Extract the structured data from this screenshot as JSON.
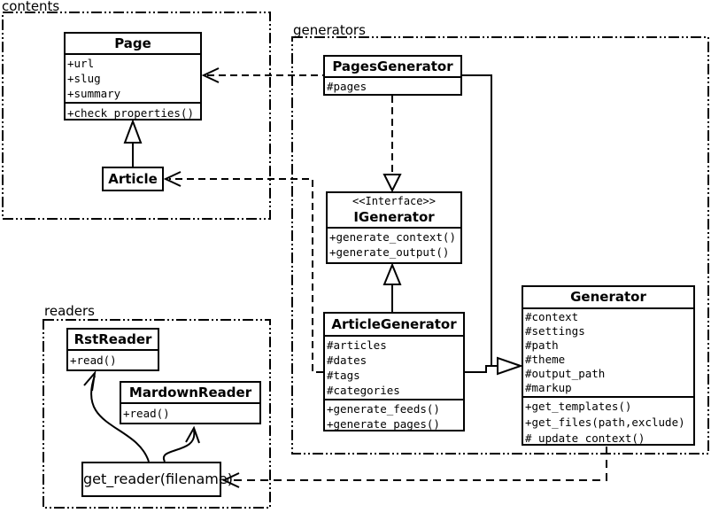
{
  "packages": {
    "contents": {
      "label": "contents"
    },
    "generators": {
      "label": "generators"
    },
    "readers": {
      "label": "readers"
    }
  },
  "classes": {
    "page": {
      "title": "Page",
      "attributes": [
        "+url",
        "+slug",
        "+summary"
      ],
      "methods": [
        "+check_properties()"
      ]
    },
    "article": {
      "title": "Article"
    },
    "pages_generator": {
      "title": "PagesGenerator",
      "attributes": [
        "#pages"
      ]
    },
    "igenerator": {
      "stereotype": "<<Interface>>",
      "title": "IGenerator",
      "methods": [
        "+generate_context()",
        "+generate_output()"
      ]
    },
    "article_generator": {
      "title": "ArticleGenerator",
      "attributes": [
        "#articles",
        "#dates",
        "#tags",
        "#categories"
      ],
      "methods": [
        "+generate_feeds()",
        "+generate_pages()"
      ]
    },
    "generator": {
      "title": "Generator",
      "attributes": [
        "#context",
        "#settings",
        "#path",
        "#theme",
        "#output_path",
        "#markup"
      ],
      "methods": [
        "+get_templates()",
        "+get_files(path,exclude)",
        "#_update_context()"
      ]
    },
    "rst_reader": {
      "title": "RstReader",
      "methods": [
        "+read()"
      ]
    },
    "mardown_reader": {
      "title": "MardownReader",
      "methods": [
        "+read()"
      ]
    },
    "get_reader": {
      "label": "get_reader(filename)"
    }
  },
  "relationships": [
    {
      "from": "Article",
      "to": "Page",
      "type": "generalization"
    },
    {
      "from": "PagesGenerator",
      "to": "Page",
      "type": "dependency"
    },
    {
      "from": "ArticleGenerator",
      "to": "Article",
      "type": "dependency"
    },
    {
      "from": "PagesGenerator",
      "to": "IGenerator",
      "type": "realization"
    },
    {
      "from": "ArticleGenerator",
      "to": "IGenerator",
      "type": "generalization"
    },
    {
      "from": "PagesGenerator",
      "to": "Generator",
      "type": "generalization"
    },
    {
      "from": "ArticleGenerator",
      "to": "Generator",
      "type": "generalization"
    },
    {
      "from": "Generator",
      "to": "get_reader(filename)",
      "type": "dependency"
    },
    {
      "from": "get_reader(filename)",
      "to": "RstReader",
      "type": "call"
    },
    {
      "from": "get_reader(filename)",
      "to": "MardownReader",
      "type": "call"
    }
  ],
  "colors": {
    "line": "#000000",
    "background": "#ffffff"
  }
}
